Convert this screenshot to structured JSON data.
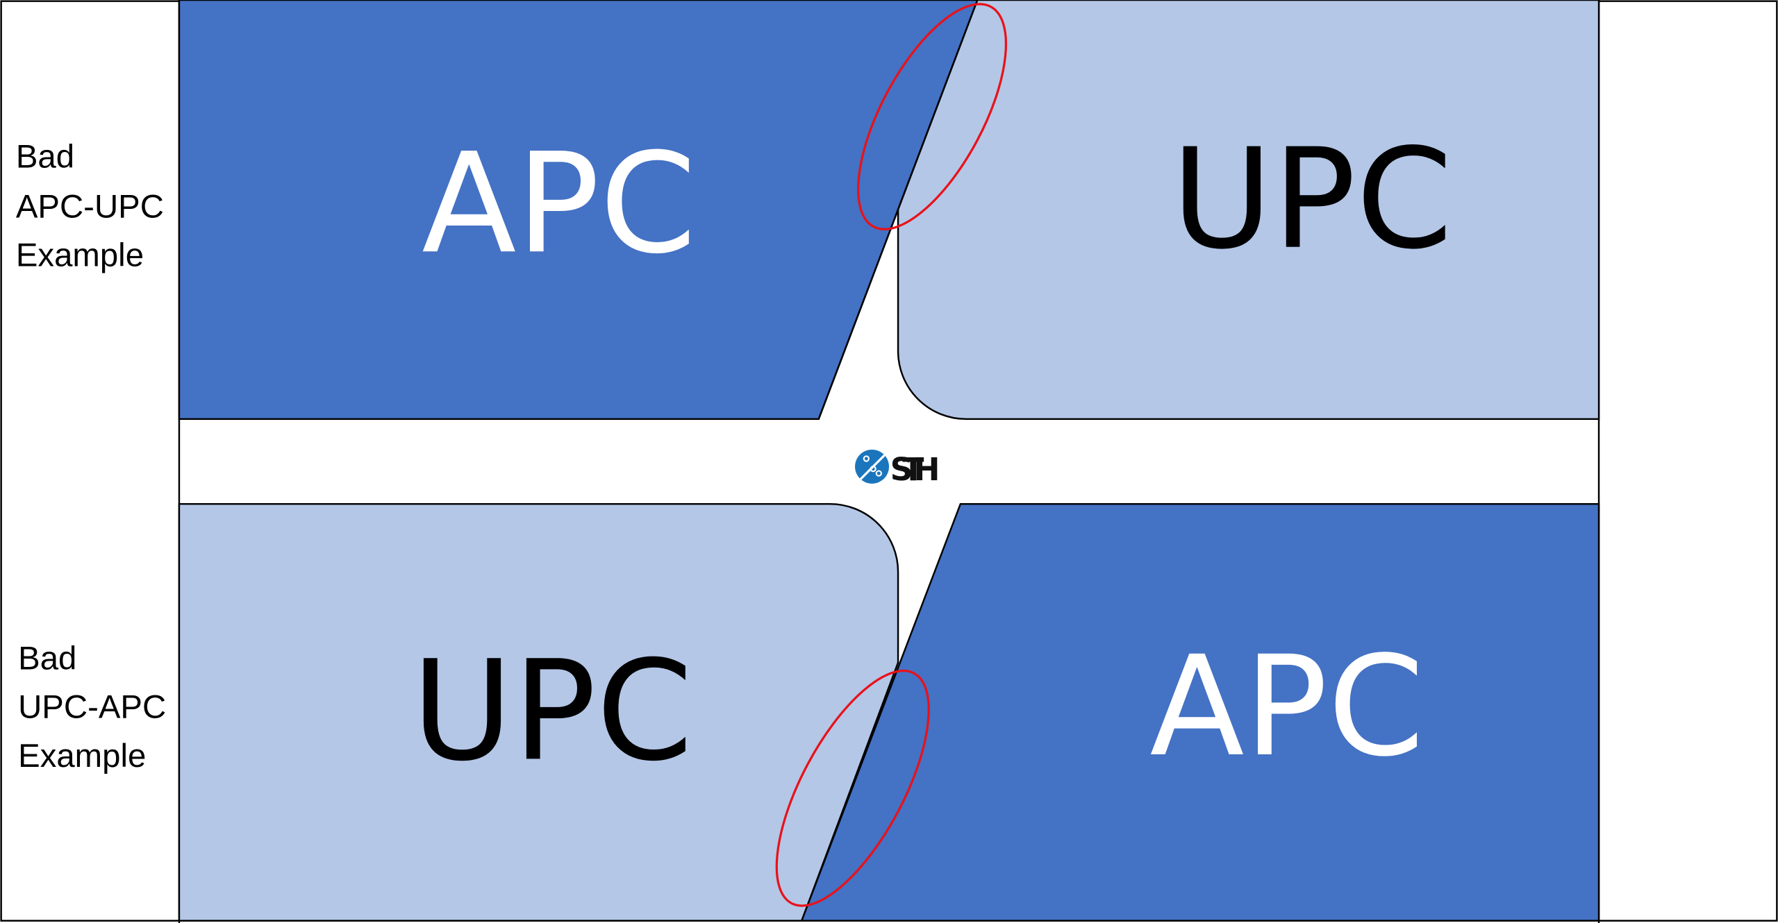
{
  "labels": {
    "top": [
      "Bad",
      "APC-UPC",
      "Example"
    ],
    "bottom": [
      "Bad",
      "UPC-APC",
      "Example"
    ]
  },
  "top_row": {
    "left": "APC",
    "right": "UPC"
  },
  "bottom_row": {
    "left": "UPC",
    "right": "APC"
  },
  "logo": {
    "text": "STH"
  },
  "colors": {
    "apc": "#4472C4",
    "upc": "#B4C7E7",
    "highlight": "#E8121A",
    "logo": "#1B75BC"
  }
}
